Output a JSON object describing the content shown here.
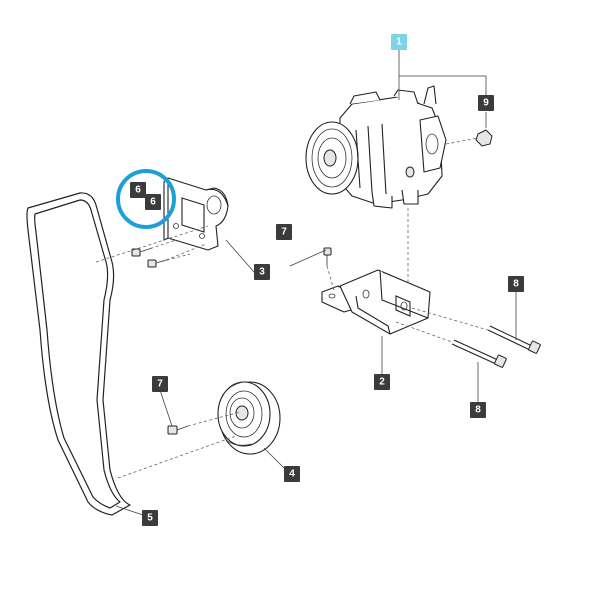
{
  "callouts": [
    {
      "id": "c1",
      "label": "1",
      "highlighted": true
    },
    {
      "id": "c2",
      "label": "2",
      "highlighted": false
    },
    {
      "id": "c3",
      "label": "3",
      "highlighted": false
    },
    {
      "id": "c4",
      "label": "4",
      "highlighted": false
    },
    {
      "id": "c5",
      "label": "5",
      "highlighted": false
    },
    {
      "id": "c6a",
      "label": "6",
      "highlighted": false
    },
    {
      "id": "c6b",
      "label": "6",
      "highlighted": false
    },
    {
      "id": "c7a",
      "label": "7",
      "highlighted": false
    },
    {
      "id": "c7b",
      "label": "7",
      "highlighted": false
    },
    {
      "id": "c8a",
      "label": "8",
      "highlighted": false
    },
    {
      "id": "c8b",
      "label": "8",
      "highlighted": false
    },
    {
      "id": "c9",
      "label": "9",
      "highlighted": false
    }
  ],
  "colors": {
    "callout_box": "#3b3b3b",
    "callout_highlight": "#7fd3e6",
    "selection_ring": "#1e9fd8",
    "line_art": "#222222"
  },
  "icons": {
    "compressor": "ac-compressor-icon",
    "bracket": "mounting-bracket-icon",
    "pulley": "pulley-icon",
    "belt": "drive-belt-icon",
    "bolt": "bolt-icon",
    "nut": "nut-icon"
  }
}
